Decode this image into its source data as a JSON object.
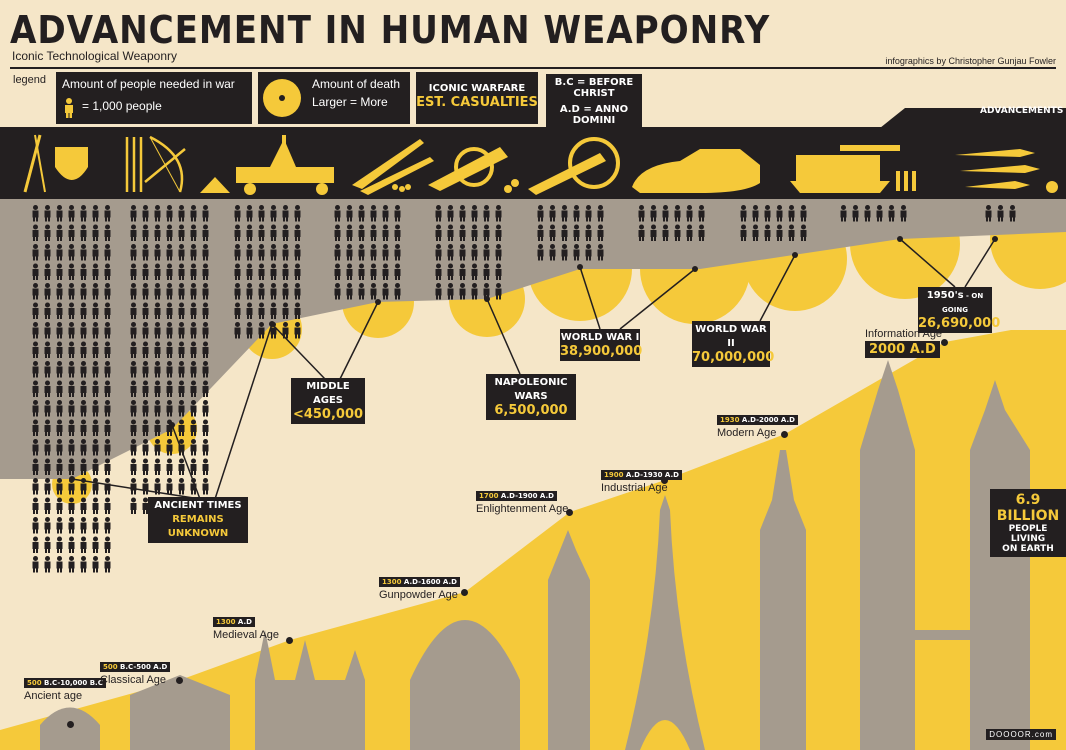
{
  "header": {
    "title": "ADVANCEMENT IN HUMAN WEAPONRY",
    "subtitle": "Iconic Technological Weaponry",
    "credit": "infographics by Christopher Gunjau Fowler"
  },
  "legend": {
    "label": "legend",
    "people_title": "Amount of people needed in war",
    "people_unit": "= 1,000 people",
    "death_title": "Amount of death",
    "death_sub": "Larger = More",
    "warfare_1": "ICONIC WARFARE",
    "warfare_2": "EST. CASUALTIES",
    "bc": "B.C = BEFORE CHRIST",
    "ad": "A.D = ANNO DOMINI"
  },
  "advancements_label": "ADVANCEMENTS",
  "weapons": [
    "sword-shield-icon",
    "bow-arrow-icon",
    "catapult-icon",
    "musket-icon",
    "cannon-icon",
    "field-gun-icon",
    "tank-icon",
    "modern-tank-icon",
    "missile-icon"
  ],
  "people_columns": [
    {
      "cols": 7,
      "rows": 19
    },
    {
      "cols": 7,
      "rows": 16
    },
    {
      "cols": 6,
      "rows": 7
    },
    {
      "cols": 6,
      "rows": 5
    },
    {
      "cols": 6,
      "rows": 5
    },
    {
      "cols": 6,
      "rows": 3
    },
    {
      "cols": 6,
      "rows": 2
    },
    {
      "cols": 6,
      "rows": 2
    },
    {
      "cols": 6,
      "rows": 1
    },
    {
      "cols": 3,
      "rows": 1
    }
  ],
  "casualties": [
    {
      "title": "ANCIENT TIMES",
      "value": "REMAINS UNKNOWN"
    },
    {
      "title": "MIDDLE AGES",
      "value": "<450,000"
    },
    {
      "title": "NAPOLEONIC WARS",
      "value": "6,500,000"
    },
    {
      "title": "WORLD WAR I",
      "value": "38,900,000"
    },
    {
      "title": "WORLD WAR II",
      "value": "70,000,000"
    },
    {
      "title": "1950's",
      "title_suffix": " - ON GOING",
      "value": "26,690,000"
    }
  ],
  "eras": [
    {
      "date_a": "500",
      "date_b": " B.C-10,000 B.C",
      "name": "Ancient age"
    },
    {
      "date_a": "500",
      "date_b": " B.C-500 A.D",
      "name": "Classical Age"
    },
    {
      "date_a": "1300",
      "date_b": " A.D",
      "name": "Medieval Age"
    },
    {
      "date_a": "1300",
      "date_b": " A.D-1600 A.D",
      "name": "Gunpowder Age"
    },
    {
      "date_a": "1700",
      "date_b": " A.D-1900 A.D",
      "name": "Enlightenment Age"
    },
    {
      "date_a": "1900",
      "date_b": " A.D-1930 A.D",
      "name": "Industrial Age"
    },
    {
      "date_a": "1930",
      "date_b": " A.D-2000 A.D",
      "name": "Modern Age"
    },
    {
      "date_a": "",
      "date_b": "",
      "name": "Information Age",
      "big_date": "2000 A.D"
    }
  ],
  "population": {
    "value": "6.9 BILLION",
    "line1": "PEOPLE LIVING",
    "line2": "ON EARTH"
  },
  "watermark": "DOOOOR.com",
  "colors": {
    "dark": "#231f20",
    "yellow": "#f5c93a",
    "grey": "#a59b8e",
    "cream": "#f5e6c8"
  }
}
